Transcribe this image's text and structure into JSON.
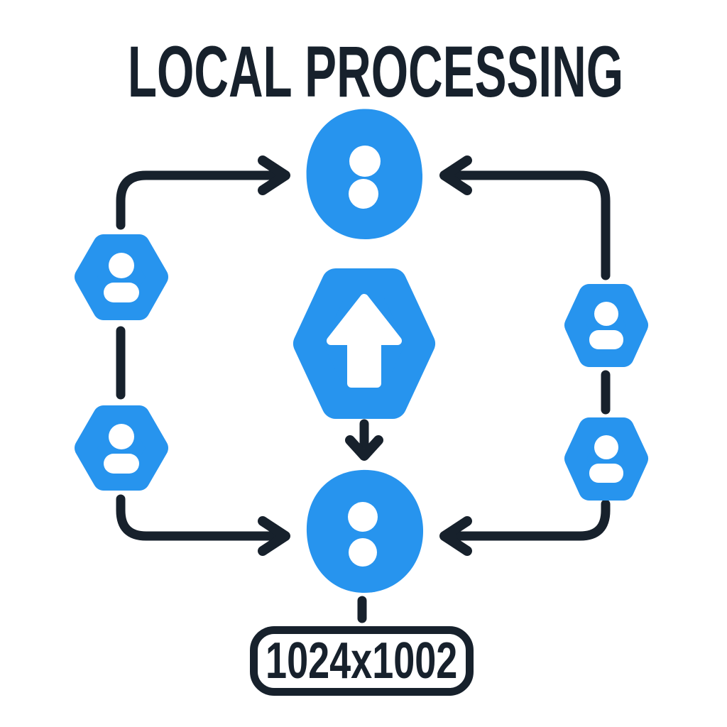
{
  "title": "LOCAL PROCESSING",
  "footer_label": "1024x1002",
  "colors": {
    "accent_blue": "#2794ee",
    "ink_dark": "#17212c",
    "background": "#ffffff",
    "icon_white": "#ffffff"
  },
  "diagram": {
    "type": "flow",
    "nodes": [
      {
        "id": "top-options",
        "shape": "egg",
        "icon": "two-dots-icon"
      },
      {
        "id": "center-upload",
        "shape": "rounded-hexagon",
        "icon": "arrow-up-icon"
      },
      {
        "id": "bottom-options",
        "shape": "blob",
        "icon": "two-dots-icon"
      },
      {
        "id": "left-user-1",
        "shape": "rounded-hexagon",
        "icon": "user-icon"
      },
      {
        "id": "left-user-2",
        "shape": "rounded-hexagon",
        "icon": "user-icon"
      },
      {
        "id": "right-user-1",
        "shape": "rounded-hexagon",
        "icon": "user-icon"
      },
      {
        "id": "right-user-2",
        "shape": "rounded-hexagon",
        "icon": "user-icon"
      }
    ],
    "edges": [
      {
        "from": "left-user-1",
        "to": "top-options",
        "arrowhead": "right"
      },
      {
        "from": "right-user-1",
        "to": "top-options",
        "arrowhead": "left"
      },
      {
        "from": "left-user-1",
        "to": "left-user-2",
        "arrowhead": "none"
      },
      {
        "from": "right-user-1",
        "to": "right-user-2",
        "arrowhead": "none"
      },
      {
        "from": "center-upload",
        "to": "bottom-options",
        "arrowhead": "down"
      },
      {
        "from": "left-user-2",
        "to": "bottom-options",
        "arrowhead": "right"
      },
      {
        "from": "right-user-2",
        "to": "bottom-options",
        "arrowhead": "left"
      },
      {
        "from": "bottom-options",
        "to": "size-badge",
        "arrowhead": "none"
      }
    ]
  }
}
